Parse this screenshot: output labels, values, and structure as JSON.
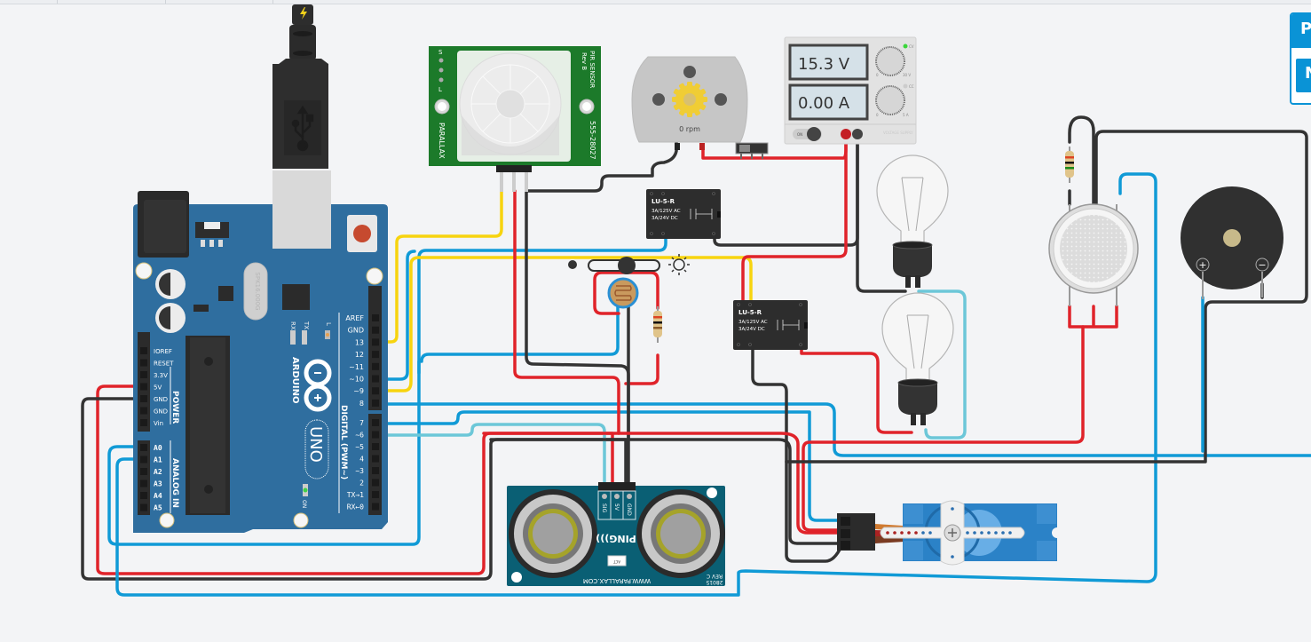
{
  "app": "Circuit simulator workspace",
  "side_panel": {
    "button_1": "P",
    "button_2": "N"
  },
  "usb": {
    "icon": "usb-icon",
    "bolt": "lightning-icon"
  },
  "arduino": {
    "brand": "ARDUINO",
    "model": "UNO",
    "crystal": "SPK16.000G",
    "rx": "RX",
    "tx": "TX",
    "led_l": "L",
    "on": "ON",
    "power_label": "POWER",
    "analog_label": "ANALOG IN",
    "digital_label": "DIGITAL (PWM~)",
    "power_pins": [
      "IOREF",
      "RESET",
      "3.3V",
      "5V",
      "GND",
      "GND",
      "Vin"
    ],
    "analog_pins": [
      "A0",
      "A1",
      "A2",
      "A3",
      "A4",
      "A5"
    ],
    "digital_top": [
      "AREF",
      "GND",
      "13",
      "12",
      "~11",
      "~10",
      "~9",
      "8"
    ],
    "digital_bottom": [
      "7",
      "~6",
      "~5",
      "4",
      "~3",
      "2",
      "TX→1",
      "RX←0"
    ]
  },
  "pir": {
    "title": "PIR SENSOR",
    "rev": "Rev B",
    "brand": "PARALLAX",
    "part": "555-28027",
    "pins": [
      "S",
      "",
      "",
      "L"
    ]
  },
  "motor": {
    "speed": "0 rpm"
  },
  "power_supply": {
    "voltage": "15.3 V",
    "current": "0.00 A",
    "on_label": "ON",
    "cv": "CV",
    "cc": "CC",
    "v_min": "0",
    "v_max": "30 V",
    "a_min": "0",
    "a_max": "5 A",
    "label": "VOLTAGE SUPPLY"
  },
  "relays": [
    {
      "model": "LU-5-R",
      "rating_ac": "3A/125V AC",
      "rating_dc": "3A/24V  DC"
    },
    {
      "model": "LU-5-R",
      "rating_ac": "3A/125V AC",
      "rating_dc": "3A/24V  DC"
    }
  ],
  "ping": {
    "name": "PING)))",
    "pins": [
      "SIG",
      "5V",
      "GND"
    ],
    "url": "WWW.PARALLAX.COM",
    "part": "28015",
    "rev": "REV C",
    "act": "ACT"
  },
  "photoresistor": {
    "light_level": 0.55
  },
  "buzzer": {
    "plus": "+",
    "minus": "−"
  },
  "colors": {
    "canvas": "#f3f4f6",
    "arduino": "#2f6e9f",
    "pir_board": "#1c7a2a",
    "ping_board": "#0a5f74",
    "accent": "#0a93d6",
    "wire_red": "#e0232a",
    "wire_black": "#333333",
    "wire_blue": "#109ad6",
    "wire_yellow": "#f7d40f",
    "wire_cyan": "#6cc7d8"
  }
}
